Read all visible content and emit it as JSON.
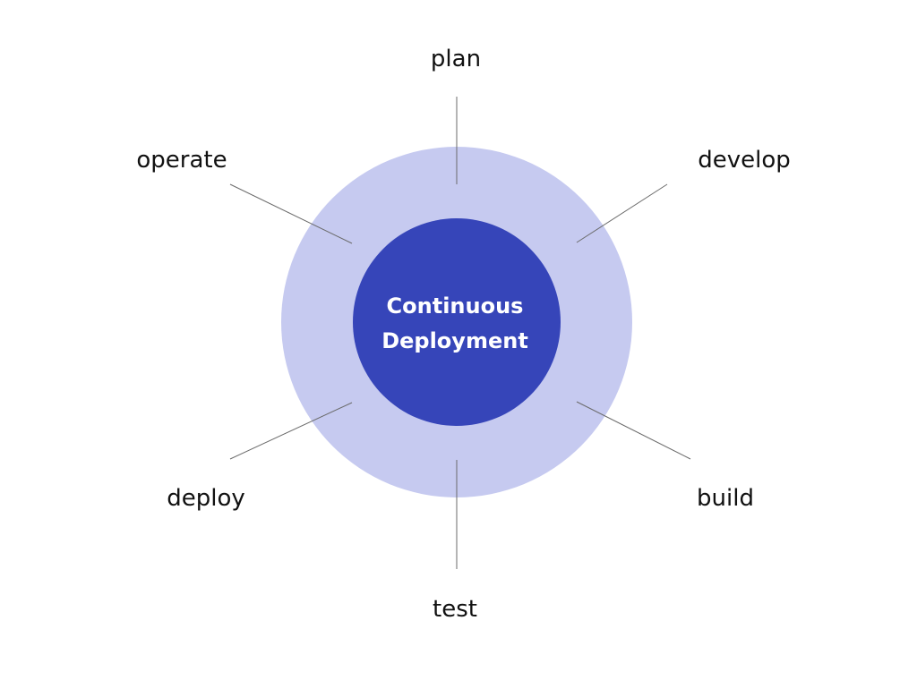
{
  "colors": {
    "background": "#ffffff",
    "outer_ring": "#c6caf0",
    "inner_circle": "#3645b9",
    "center_text": "#ffffff",
    "label_text": "#111111",
    "connector": "#6b6b6b"
  },
  "center": {
    "line1": "Continuous",
    "line2": "Deployment"
  },
  "stages": {
    "plan": "plan",
    "develop": "develop",
    "build": "build",
    "test": "test",
    "deploy": "deploy",
    "operate": "operate"
  }
}
